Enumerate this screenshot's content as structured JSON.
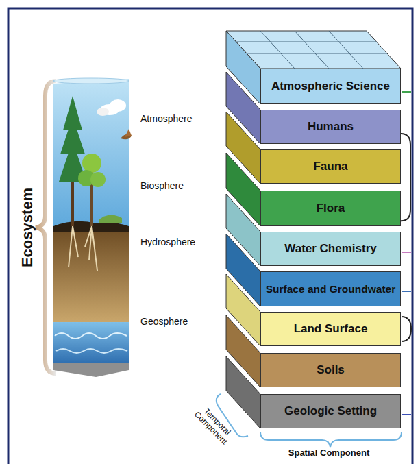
{
  "diagram": {
    "nodes": [
      {
        "text": [
          "Atmospheric Science"
        ]
      },
      {
        "text": [
          "Humans"
        ]
      },
      {
        "text": [
          "Fauna"
        ]
      },
      {
        "text": [
          "Flora"
        ]
      },
      {
        "text": [
          "Water Chemistry"
        ]
      },
      {
        "text": [
          "Surface and Groundwater"
        ]
      },
      {
        "text": [
          "Land Surface"
        ]
      },
      {
        "text": [
          "Soils"
        ]
      },
      {
        "text": [
          "Geologic Setting"
        ]
      }
    ],
    "edges": [
      {
        "from": 1,
        "to": 3,
        "arrow": "none"
      }
    ],
    "labels": [
      "Ecosystem",
      "Atmosphere",
      "Biosphere",
      "Hydrosphere",
      "Geosphere",
      "Temporal Component",
      "Spatial Component"
    ]
  }
}
